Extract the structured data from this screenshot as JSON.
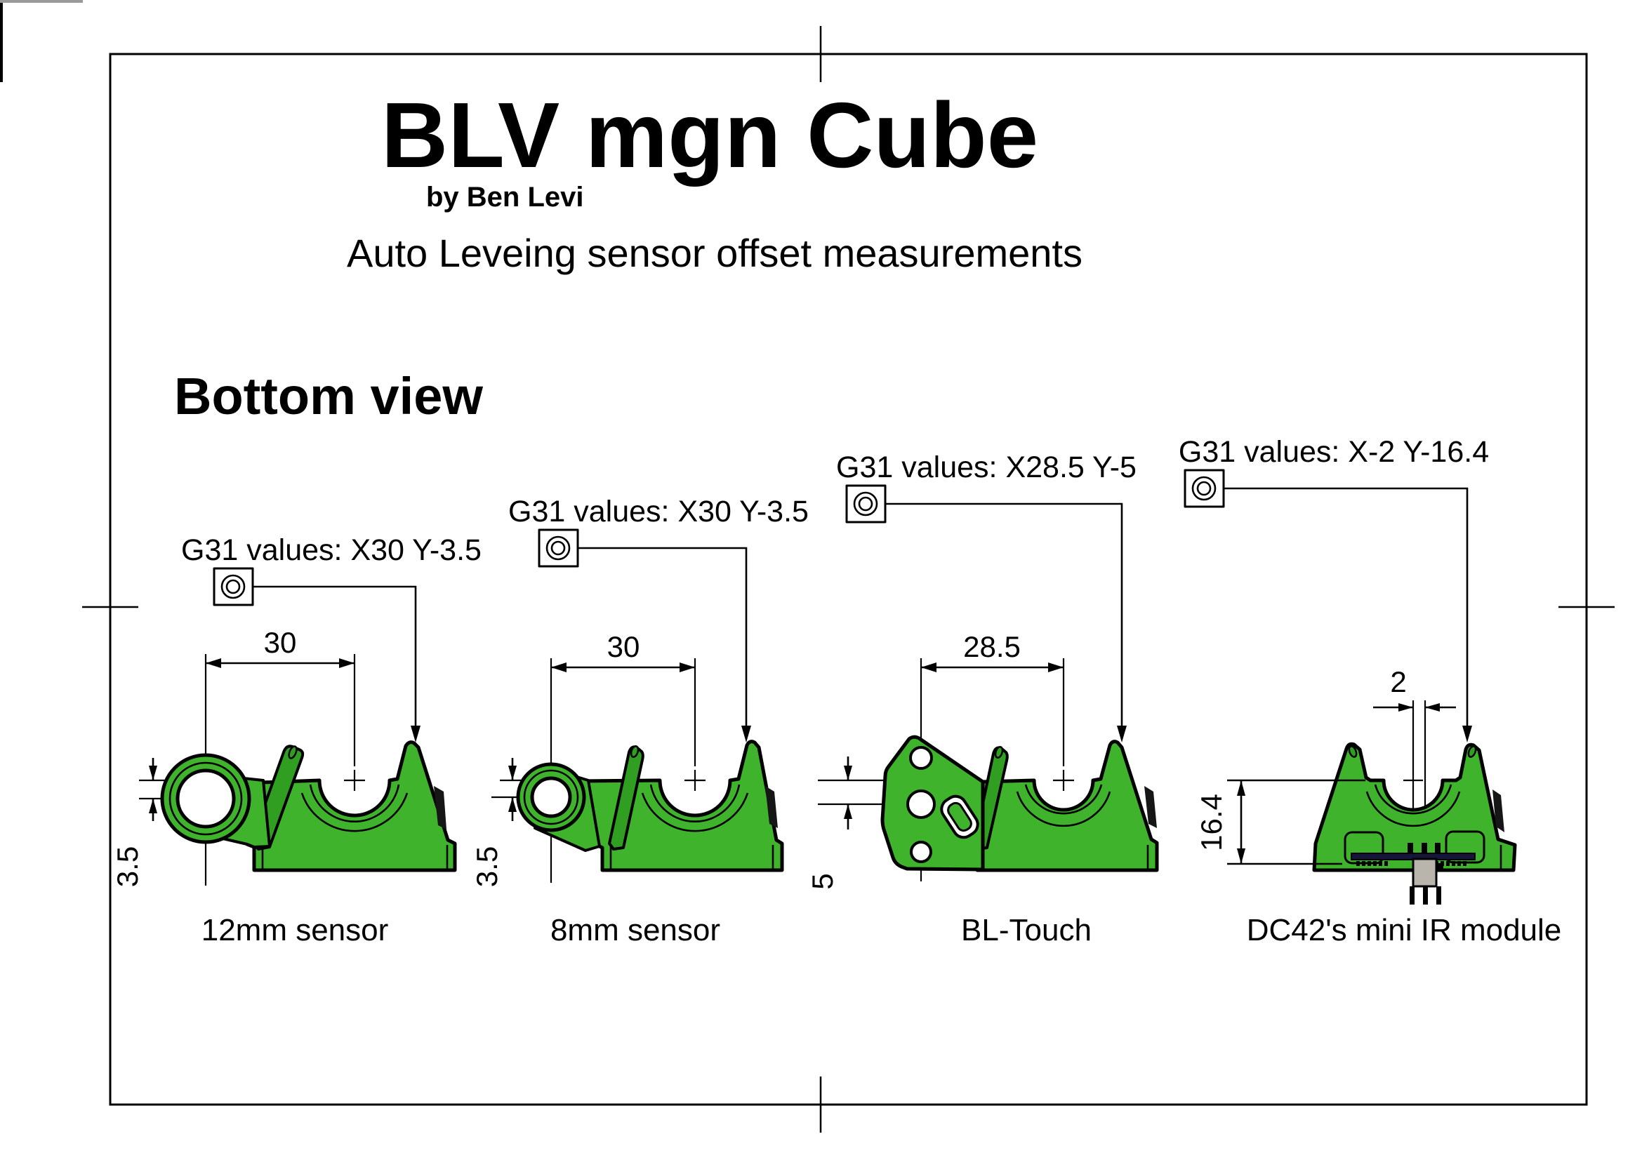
{
  "page": {
    "title": "BLV mgn Cube",
    "byline": "by Ben Levi",
    "subtitle": "Auto Leveing sensor offset measurements",
    "section_heading": "Bottom view"
  },
  "sensors": [
    {
      "name": "12mm sensor",
      "g31_label": "G31 values: X30 Y-3.5",
      "dim_x": "30",
      "dim_y": "3.5"
    },
    {
      "name": "8mm sensor",
      "g31_label": "G31 values: X30 Y-3.5",
      "dim_x": "30",
      "dim_y": "3.5"
    },
    {
      "name": "BL-Touch",
      "g31_label": "G31 values: X28.5 Y-5",
      "dim_x": "28.5",
      "dim_y": "5"
    },
    {
      "name": "DC42's mini IR module",
      "g31_label": "G31 values: X-2 Y-16.4",
      "dim_x": "2",
      "dim_y": "16.4"
    }
  ],
  "colors": {
    "part_green": "#3eb32b",
    "part_green_dark": "#2f9e21",
    "outline": "#000000",
    "pcb": "#16163a",
    "component_gray": "#b9b5ad"
  }
}
